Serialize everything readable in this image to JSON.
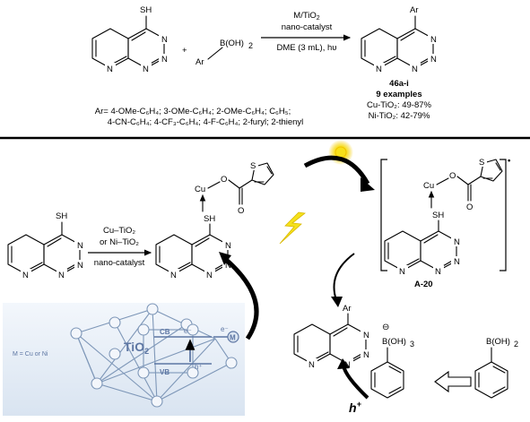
{
  "top_scheme": {
    "reactant1_sh": "SH",
    "plus": "+",
    "boronic_ar": "Ar",
    "boronic_b": "B(OH)",
    "boronic_sub2": "2",
    "cond_line1": "M/TiO",
    "cond_line1_sub": "2",
    "cond_line2": "nano-catalyst",
    "cond_line3": "DME (3 mL), hυ",
    "product_ar": "Ar",
    "product_id": "46a-i",
    "examples": "9 examples",
    "yield_cu": "Cu-TiO₂: 49-87%",
    "yield_ni": "Ni-TiO₂: 42-79%",
    "ar_line1": "Ar= 4-OMe-C₆H₄; 3-OMe-C₆H₄; 2-OMe-C₆H₄; C₆H₅;",
    "ar_line2": "4-CN-C₆H₄; 4-CF₃-C₆H₄; 4-F-C₆H₄; 2-furyl; 2-thienyl"
  },
  "mechanism": {
    "start_sh": "SH",
    "cat_line1": "Cu–TiO₂",
    "cat_line2": "or Ni–TiO₂",
    "cat_line3": "nano-catalyst",
    "complex_cu": "Cu",
    "complex_o": "O",
    "complex_s": "S",
    "complex_sh": "SH",
    "intermediate_label": "A-20",
    "radical_dot": "•",
    "product_ar": "Ar",
    "borate_minus": "⊖",
    "borate_b": "B(OH)",
    "borate_sub": "3",
    "boronic_b": "B(OH)",
    "boronic_sub": "2",
    "proton": "h",
    "proton_sup": "+",
    "n_letter": "N"
  },
  "tio2_panel": {
    "m_label": "M = Cu or Ni",
    "tio2": "TiO",
    "tio2_sub": "2",
    "cb": "CB",
    "vb": "VB",
    "e_minus": "e⁻",
    "h_plus": "h⁺",
    "m_circle": "M"
  },
  "colors": {
    "sun_core": "#f7e019",
    "sun_glow": "#f3c80c",
    "bolt": "#f5e11c",
    "bolt_stroke": "#d9b800",
    "panel_bg": "#e7eef7",
    "panel_line": "#7e97b8",
    "panel_text": "#5d76a3"
  }
}
